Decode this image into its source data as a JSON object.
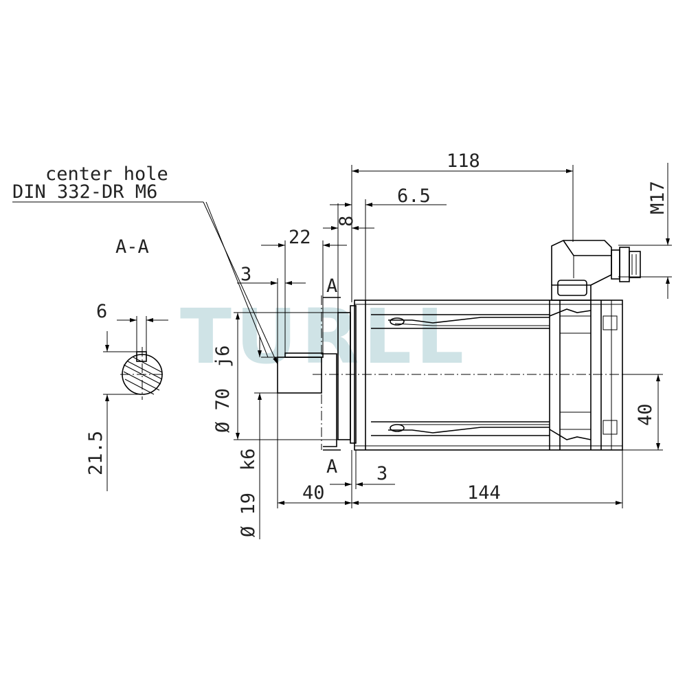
{
  "watermark": "TURLL",
  "labels": {
    "center_hole_line1": "center hole",
    "center_hole_line2": "DIN 332-DR M6",
    "section_title": "A-A",
    "section_mark_top": "A",
    "section_mark_bottom": "A"
  },
  "dimensions": {
    "d118": "118",
    "d6_5": "6.5",
    "d8": "8",
    "d22": "22",
    "d3_top": "3",
    "dM17": "M17",
    "d6_key": "6",
    "d21_5": "21.5",
    "dj6": "j6",
    "d70": "Ø 70",
    "dk6": "k6",
    "d19": "Ø 19",
    "d40_bottom": "40",
    "d3_bottom": "3",
    "d144": "144",
    "d40_right": "40"
  }
}
